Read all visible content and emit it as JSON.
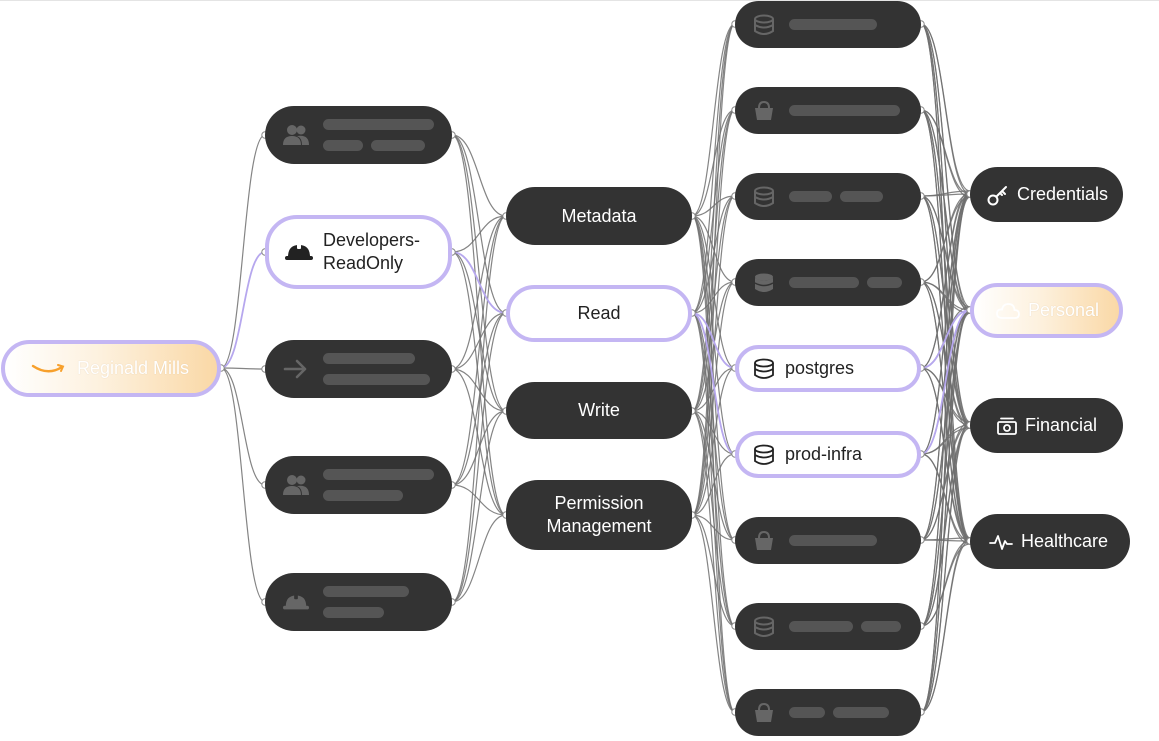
{
  "source": {
    "label": "Reginald Mills"
  },
  "groups": {
    "developers_readonly": "Developers-\nReadOnly"
  },
  "permissions": {
    "metadata": "Metadata",
    "read": "Read",
    "write": "Write",
    "permission_management": "Permission\nManagement"
  },
  "resources": {
    "postgres": "postgres",
    "prod_infra": "prod-infra"
  },
  "categories": {
    "credentials": "Credentials",
    "personal": "Personal",
    "financial": "Financial",
    "healthcare": "Healthcare"
  },
  "colors": {
    "node_dark": "#333333",
    "highlight_border": "#c4b6f3",
    "highlight_wire": "#b6a7ee",
    "wire": "#6f6f6f",
    "placeholder": "#555555",
    "brand_amazon": "#f7a02c",
    "personal_glow": "#fad8a6"
  },
  "icons": {
    "source": "amazon-logo",
    "group_people": "users-icon",
    "group_helmet": "helmet-icon",
    "group_arrow": "arrow-right-icon",
    "resource_db": "database-icon",
    "resource_bucket": "bucket-icon",
    "credentials": "key-icon",
    "personal": "cloud-icon",
    "financial": "money-icon",
    "healthcare": "pulse-icon"
  }
}
